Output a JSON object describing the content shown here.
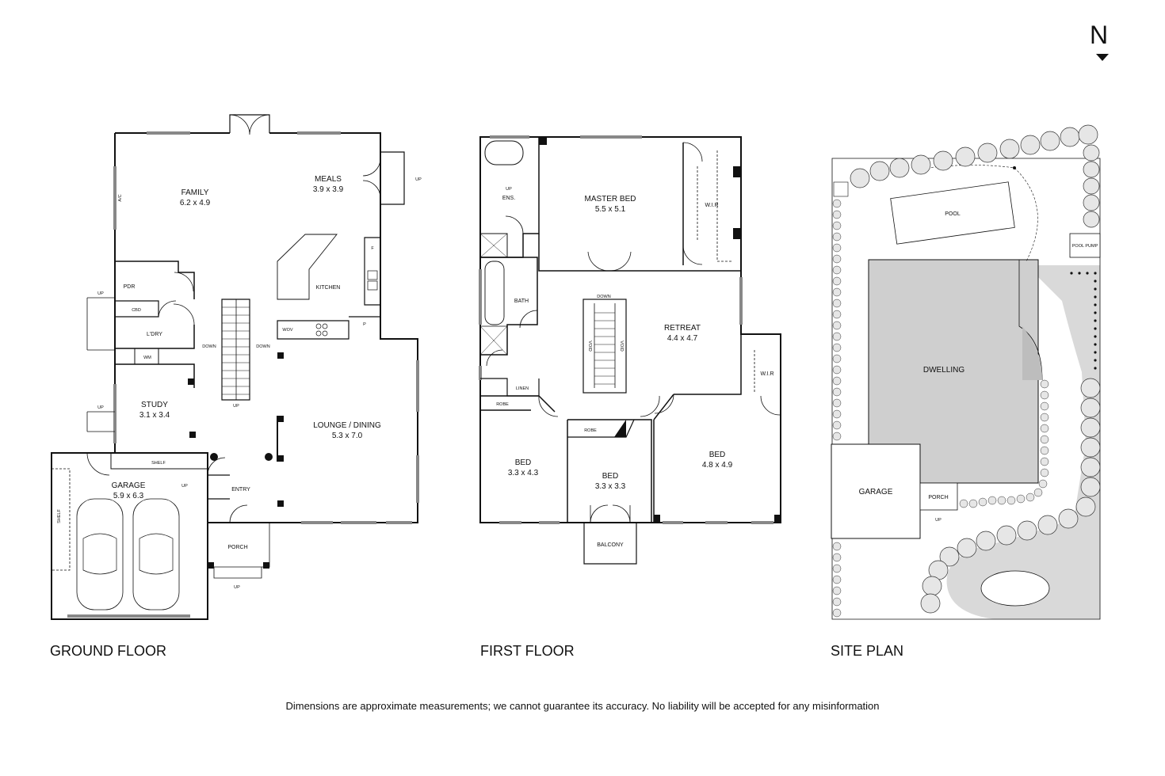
{
  "compass": {
    "label": "N"
  },
  "titles": {
    "ground": "GROUND FLOOR",
    "first": "FIRST FLOOR",
    "site": "SITE PLAN"
  },
  "disclaimer": "Dimensions are approximate measurements; we cannot guarantee its accuracy. No liability will be accepted for any misinformation",
  "ground_floor": {
    "family": {
      "name": "FAMILY",
      "dims": "6.2 x 4.9"
    },
    "meals": {
      "name": "MEALS",
      "dims": "3.9 x 3.9"
    },
    "kitchen": "KITCHEN",
    "pdr": "PDR",
    "cbd": "CBD",
    "ldry": "L'DRY",
    "wm": "WM",
    "wov": "WOV",
    "f": "F",
    "p": "P",
    "ac": "A/C",
    "study": {
      "name": "STUDY",
      "dims": "3.1 x 3.4"
    },
    "lounge": {
      "name": "LOUNGE / DINING",
      "dims": "5.3 x 7.0"
    },
    "entry": "ENTRY",
    "garage": {
      "name": "GARAGE",
      "dims": "5.9 x 6.3"
    },
    "shelf": "SHELF",
    "porch": "PORCH",
    "up": "UP",
    "down": "DOWN"
  },
  "first_floor": {
    "master": {
      "name": "MASTER BED",
      "dims": "5.5 x 5.1"
    },
    "ens": "ENS.",
    "wir": "W.I.R",
    "bath": "BATH",
    "retreat": {
      "name": "RETREAT",
      "dims": "4.4 x 4.7"
    },
    "linen": "LINEN",
    "robe": "ROBE",
    "void": "VOID",
    "bed1": {
      "name": "BED",
      "dims": "3.3 x 4.3"
    },
    "bed2": {
      "name": "BED",
      "dims": "3.3 x 3.3"
    },
    "bed3": {
      "name": "BED",
      "dims": "4.8 x 4.9"
    },
    "balcony": "BALCONY",
    "up": "UP",
    "down": "DOWN"
  },
  "site_plan": {
    "pool": "POOL",
    "pool_pump": "POOL PUMP",
    "dwelling": "DWELLING",
    "garage": "GARAGE",
    "porch": "PORCH",
    "up": "UP"
  }
}
